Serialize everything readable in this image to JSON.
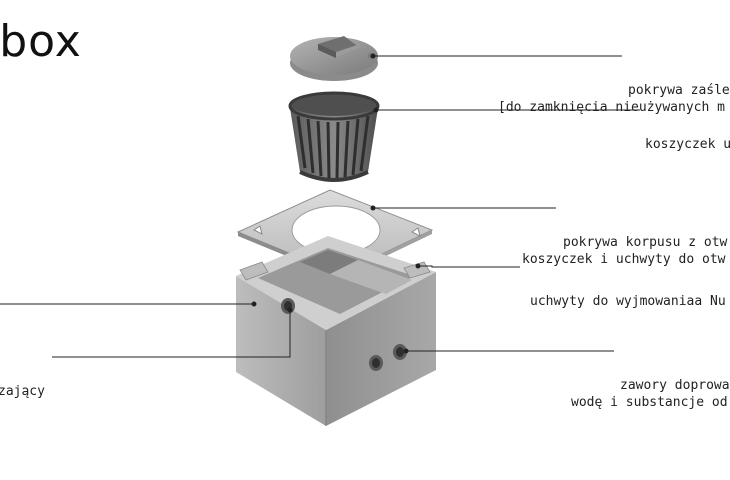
{
  "brand": {
    "text": "ibox"
  },
  "labels": {
    "cap": {
      "line1": "pokrywa zaśle",
      "line2": "[do zamknięcia nieużywanych m"
    },
    "basket": {
      "line1": "koszyczek u"
    },
    "body_cover": {
      "line1": "pokrywa korpusu z otw",
      "line2": "koszyczek i uchwyty do otw"
    },
    "handles": {
      "line1": "uchwyty do wyjmowaniaa Nu"
    },
    "valves": {
      "line1": "zawory doprowa",
      "line2": "wodę i substancje od"
    },
    "drain": {
      "line1": "zający"
    }
  },
  "colors": {
    "metal_light": "#c9c9c9",
    "metal_mid": "#a9a9a9",
    "metal_dark": "#6e6e6e",
    "line": "#222222"
  }
}
